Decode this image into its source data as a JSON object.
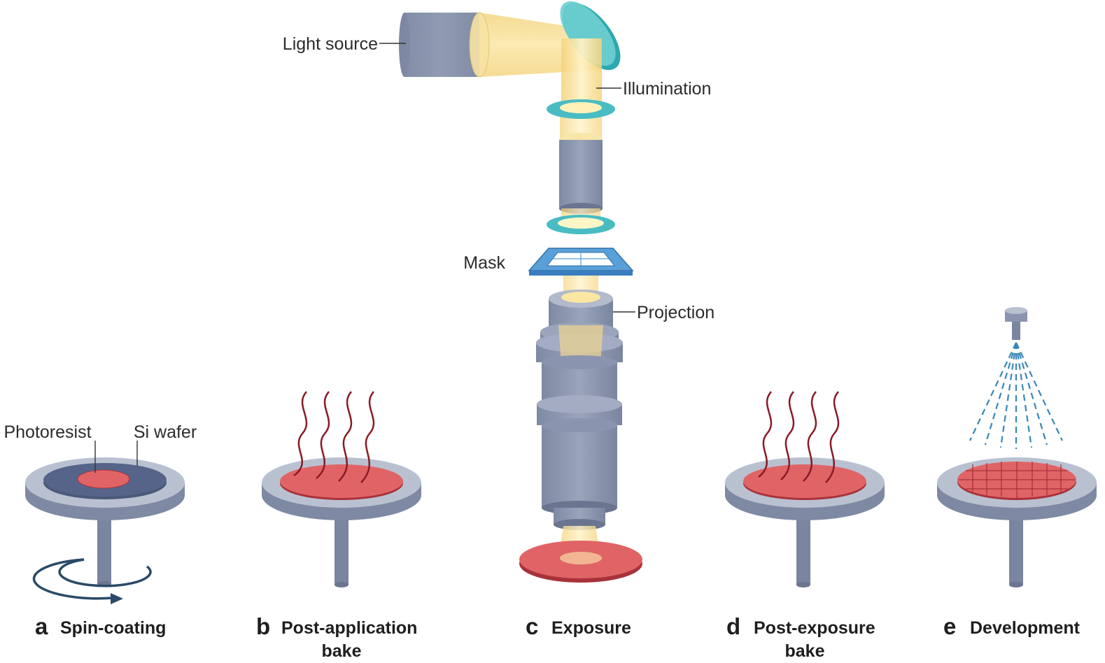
{
  "labels": {
    "light_source": "Light source",
    "illumination": "Illumination",
    "mask": "Mask",
    "projection": "Projection",
    "photoresist": "Photoresist",
    "si_wafer": "Si wafer"
  },
  "steps": [
    {
      "letter": "a",
      "line1": "Spin-coating",
      "line2": ""
    },
    {
      "letter": "b",
      "line1": "Post-application",
      "line2": "bake"
    },
    {
      "letter": "c",
      "line1": "Exposure",
      "line2": ""
    },
    {
      "letter": "d",
      "line1": "Post-exposure",
      "line2": "bake"
    },
    {
      "letter": "e",
      "line1": "Development",
      "line2": ""
    }
  ],
  "colors": {
    "steel": "#8c97b0",
    "steel_dark": "#6b7590",
    "plate_top": "#b9c1d1",
    "resist": "#e06466",
    "resist_dark": "#a8323a",
    "wafer": "#4a5978",
    "beam": "#f6d98a",
    "lens": "#4fc3c8",
    "mask": "#5aa0d8",
    "heat": "#8b1a24",
    "spray": "#3a86b8"
  }
}
